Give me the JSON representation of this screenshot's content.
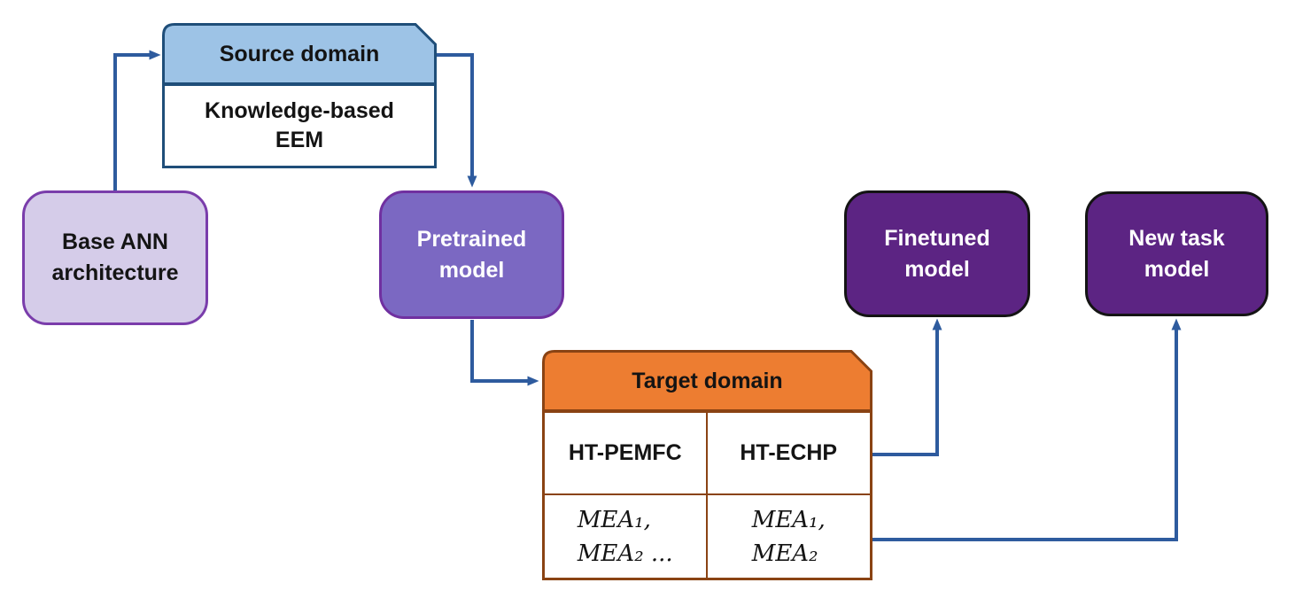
{
  "nodes": {
    "base_ann": {
      "line1": "Base ANN",
      "line2": "architecture"
    },
    "pretrained": {
      "line1": "Pretrained",
      "line2": "model"
    },
    "finetuned": {
      "line1": "Finetuned",
      "line2": "model"
    },
    "new_task": {
      "line1": "New task",
      "line2": "model"
    }
  },
  "source_domain": {
    "title": "Source domain",
    "body_line1": "Knowledge-based",
    "body_line2": "EEM"
  },
  "target_domain": {
    "title": "Target domain",
    "col1_header": "HT-PEMFC",
    "col2_header": "HT-ECHP",
    "col1_line1": "MEA₁,",
    "col1_line2": "MEA₂ ...",
    "col2_line1": "MEA₁,",
    "col2_line2": "MEA₂"
  },
  "colors": {
    "arrow_blue": "#2E5B9E",
    "source_header_fill": "#9DC3E6",
    "source_border": "#1F4E79",
    "target_header_fill": "#ED7D31",
    "target_border": "#8A4313",
    "base_ann_fill": "#D5CCE9",
    "light_purple_border": "#7030A0",
    "pretrained_fill": "#7B68C2",
    "dark_purple_fill": "#5C2483",
    "dark_box_border": "#141414"
  }
}
